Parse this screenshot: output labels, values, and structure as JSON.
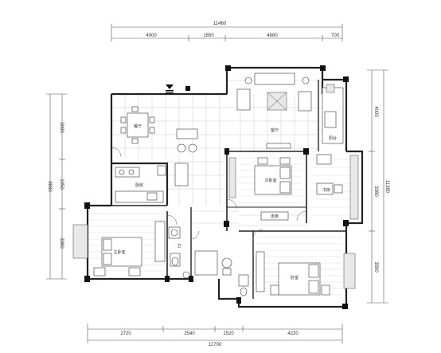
{
  "colors": {
    "line": "#222222",
    "grid": "#bbbbbb",
    "column": "#111111",
    "background": "#ffffff"
  },
  "dimensions": {
    "top_total": "11460",
    "top": [
      "4000",
      "1650",
      "4880",
      "700"
    ],
    "bottom_total": "12700",
    "bottom": [
      "2720",
      "2540",
      "1520",
      "4220"
    ],
    "left": [
      "3090",
      "1950",
      "3380"
    ],
    "left_total": "8880",
    "right": [
      "4000",
      "3380",
      "3590"
    ],
    "right_total": "11380"
  },
  "rooms": {
    "dining": "餐厅",
    "living": "客厅",
    "kitchen": "厨房",
    "bath1": "卫",
    "master_bedroom": "主卧室",
    "second_bedroom": "次卧室",
    "study": "书房",
    "bedroom3": "卧室",
    "balcony": "阳台",
    "corridor": "走廊"
  }
}
